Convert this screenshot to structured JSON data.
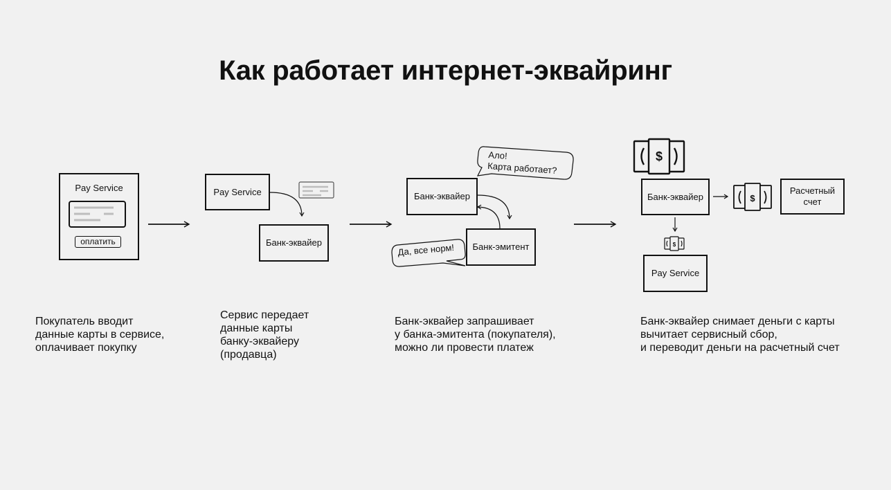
{
  "title": "Как работает интернет-эквайринг",
  "step1": {
    "service_name": "Pay Service",
    "pay_button": "оплатить",
    "description": "Покупатель вводит\nданные карты в сервисе,\nоплачивает покупку"
  },
  "step2": {
    "service_name": "Pay Service",
    "acquirer": "Банк-эквайер",
    "description": "Сервис передает\nданные карты\nбанку-эквайеру\n(продавца)"
  },
  "step3": {
    "acquirer": "Банк-эквайер",
    "issuer": "Банк-эмитент",
    "question_bubble": "Ало!\nКарта работает?",
    "answer_bubble": "Да, все норм!",
    "description": "Банк-эквайер запрашивает\nу банка-эмитента (покупателя),\nможно ли провести платеж"
  },
  "step4": {
    "acquirer": "Банк-эквайер",
    "account": "Расчетный\nсчет",
    "service_name": "Pay Service",
    "description": "Банк-эквайер снимает деньги с карты\nвычитает сервисный сбор,\nи переводит деньги на расчетный счет"
  },
  "icons": [
    "money-icon",
    "arrow-right-icon",
    "arrow-down-icon",
    "card-icon"
  ]
}
